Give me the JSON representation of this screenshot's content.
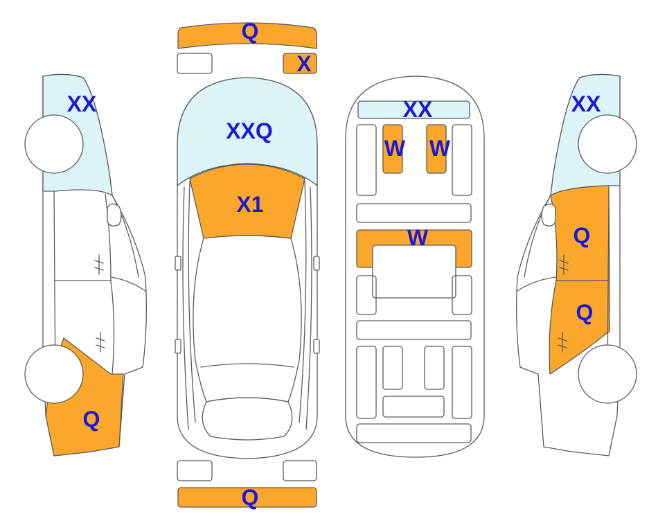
{
  "colors": {
    "damaged": "#fba72b",
    "glass": "#dcf3f8",
    "body": "#ffffff",
    "outline": "#5a5a5a",
    "code": "#1a1ad6"
  },
  "labels": {
    "front_bumper": "Q",
    "front_right_light": "X",
    "windshield": "XXQ",
    "hood": "X1",
    "rear_bumper": "Q",
    "left_rear_glass": "XX",
    "left_front_fender": "Q",
    "roof_rear_glass": "XX",
    "rear_seat_left": "W",
    "rear_seat_right": "W",
    "floor_middle": "W",
    "right_rear_glass": "XX",
    "right_front_door": "Q",
    "right_rear_door": "Q"
  },
  "parts": {
    "front_bumper": "damaged",
    "front_right_light": "damaged",
    "front_left_light": "body",
    "windshield": "glass",
    "hood": "damaged",
    "rear_bumper": "damaged",
    "rear_left_light": "body",
    "rear_right_light": "body",
    "left_rear_glass": "glass",
    "left_front_fender": "damaged",
    "roof_rear_glass": "glass",
    "rear_seat_left": "damaged",
    "rear_seat_right": "damaged",
    "floor_middle": "damaged",
    "right_rear_glass": "glass",
    "right_front_door": "damaged",
    "right_rear_door": "damaged"
  }
}
